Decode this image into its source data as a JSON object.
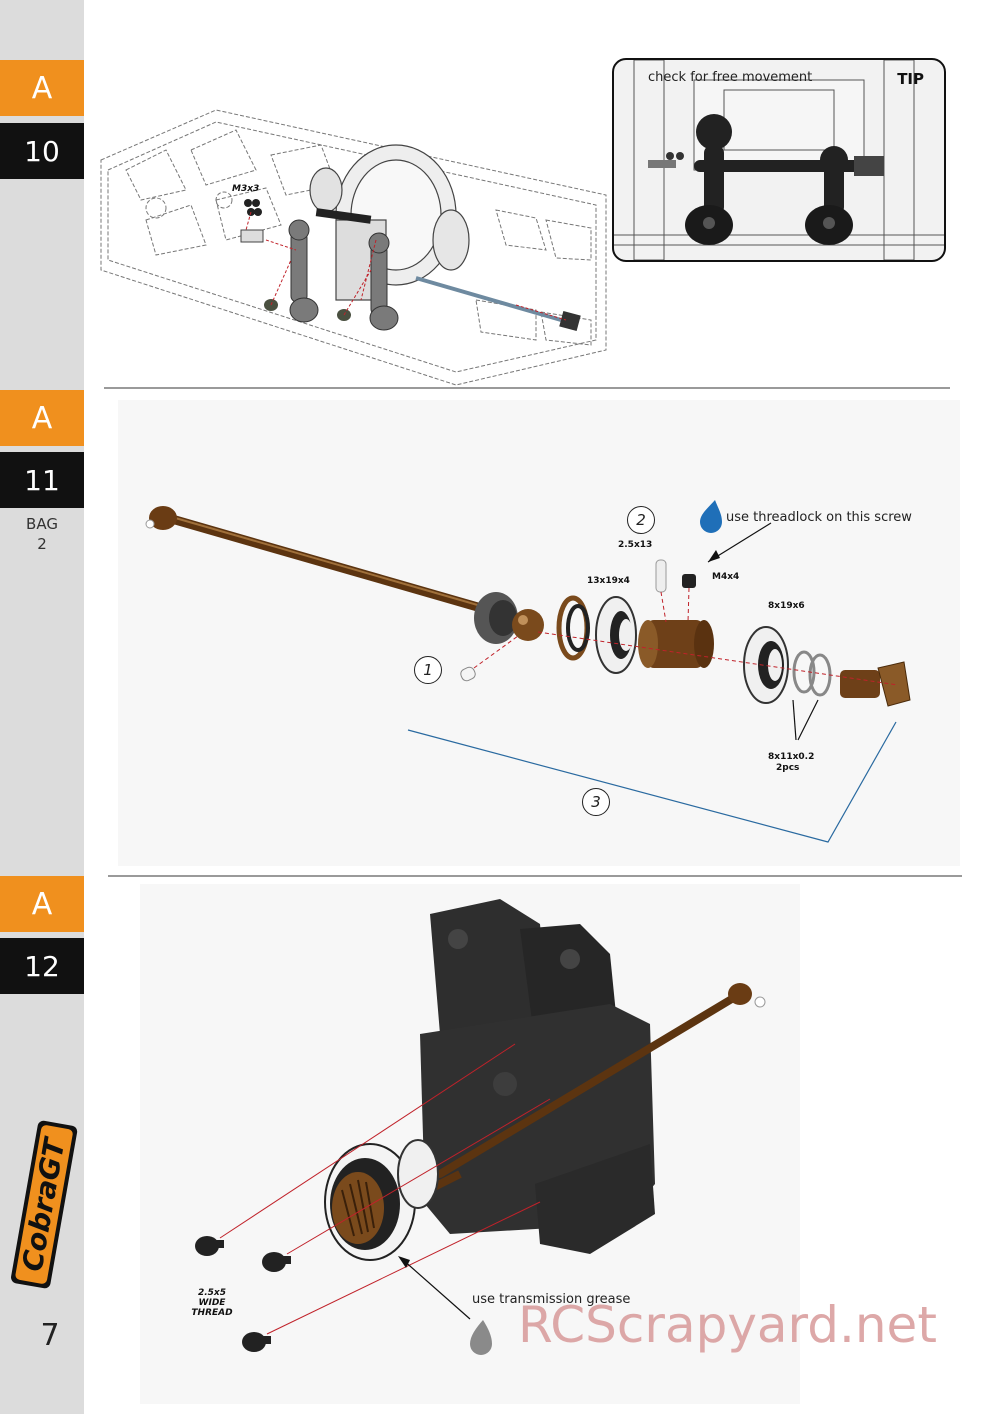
{
  "sidebar": {
    "steps": [
      {
        "letter": "A",
        "number": "10"
      },
      {
        "letter": "A",
        "number": "11",
        "bag": "BAG",
        "bag_num": "2"
      },
      {
        "letter": "A",
        "number": "12"
      }
    ],
    "page_number": "7",
    "logo_icon": "cobra-gt-logo"
  },
  "step10": {
    "screw_label": "M3x3",
    "tip": {
      "note": "check for free movement",
      "title": "TIP"
    }
  },
  "step11": {
    "callouts": [
      "1",
      "2",
      "3"
    ],
    "threadlock_note": "use threadlock on this screw",
    "labels": {
      "pin": "2.5x13",
      "screw": "M4x4",
      "bearing_left": "13x19x4",
      "bearing_right": "8x19x6",
      "shim": "8x11x0.2",
      "shim_qty": "2pcs"
    }
  },
  "step12": {
    "grease_note": "use transmission grease",
    "screw_label_1": "2.5x5",
    "screw_label_2": "WIDE",
    "screw_label_3": "THREAD"
  },
  "watermark": "RCScrapyard.net",
  "colors": {
    "tab_orange": "#f0901e",
    "tab_black": "#111111",
    "sidebar_gray": "#dcdcdc",
    "copper": "#7a4a1c",
    "threadlock_blue": "#1f6fb8",
    "grease_gray": "#8a8a8a",
    "leader_red": "#c0222a",
    "assembly_blue": "#2a6aa0"
  }
}
